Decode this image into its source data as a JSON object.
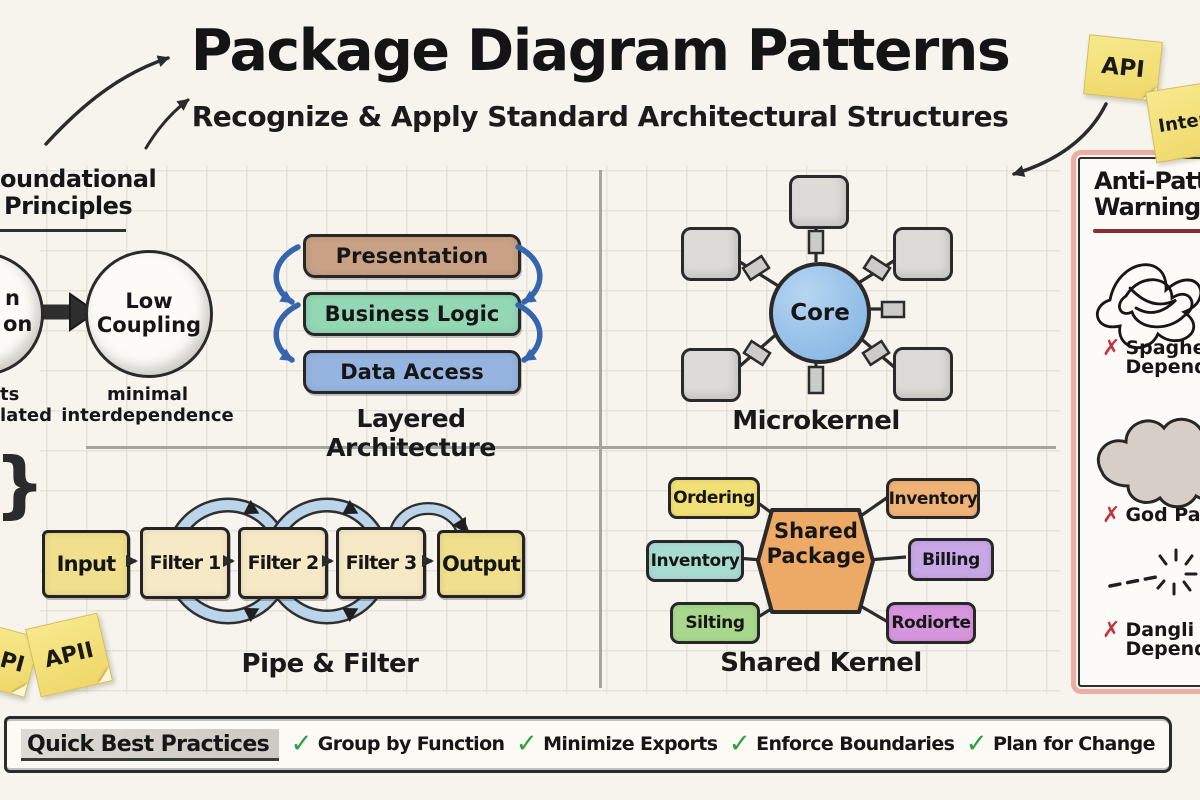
{
  "page": {
    "title": "Package Diagram Patterns",
    "subtitle": "Recognize & Apply Standard Architectural Structures"
  },
  "sticky_notes": {
    "api": "API",
    "interface_fragment": "Interfac",
    "pi_fragment": "PI",
    "apii": "APII"
  },
  "foundational": {
    "heading_fragment_line1": "oundational",
    "heading_line2": "Principles",
    "left_circle_fragment_line1": "n",
    "left_circle_fragment_line2": "on",
    "left_caption_fragment_line1": "ts",
    "left_caption_fragment_line2": "lated",
    "right_circle_line1": "Low",
    "right_circle_line2": "Coupling",
    "right_caption_line1": "minimal",
    "right_caption_line2": "interdependence",
    "brace_glyph": "}"
  },
  "layered_architecture": {
    "caption": "Layered Architecture",
    "arrow_color": "#3566ad",
    "layers": [
      {
        "label": "Presentation",
        "color": "#c9a285"
      },
      {
        "label": "Business Logic",
        "color": "#93d7b5"
      },
      {
        "label": "Data Access",
        "color": "#96b4e0"
      }
    ]
  },
  "microkernel": {
    "caption": "Microkernel",
    "core_label": "Core",
    "core_color": "#85b6e6",
    "plugin_color": "#dddbd7",
    "plugin_count": 5
  },
  "pipe_and_filter": {
    "caption": "Pipe & Filter",
    "loop_color": "#bad4ea",
    "stages": [
      {
        "label": "Input",
        "color": "#f0df8d"
      },
      {
        "label": "Filter 1",
        "color": "#f6e9c6"
      },
      {
        "label": "Filter 2",
        "color": "#f6e9c6"
      },
      {
        "label": "Filter 3",
        "color": "#f6e9c6"
      },
      {
        "label": "Output",
        "color": "#f0df8d"
      }
    ]
  },
  "shared_kernel": {
    "caption": "Shared Kernel",
    "hub": {
      "line1": "Shared",
      "line2": "Package",
      "color": "#eda966"
    },
    "modules": [
      {
        "label": "Ordering",
        "color": "#f2e077"
      },
      {
        "label": "Inventory",
        "color": "#a9dcd1"
      },
      {
        "label": "Silting",
        "color": "#a8d88e"
      },
      {
        "label": "Inventory",
        "color": "#f0b377"
      },
      {
        "label": "Billing",
        "color": "#c7a7e6"
      },
      {
        "label": "Rodiorte",
        "color": "#d795de"
      }
    ]
  },
  "anti_patterns": {
    "heading_fragment_line1": "Anti-Patt",
    "heading_fragment_line2": "Warning",
    "x_mark": "✗",
    "x_color": "#c4333d",
    "border_color": "#e89b91",
    "items": [
      {
        "line1": "Spaghe",
        "line2": "Depender"
      },
      {
        "line1": "God Pack",
        "line2": ""
      },
      {
        "line1": "Dangli",
        "line2": "Depender"
      }
    ]
  },
  "best_practices": {
    "heading": "Quick Best Practices",
    "check_mark": "✓",
    "check_color": "#2da044",
    "items": [
      "Group by Function",
      "Minimize Exports",
      "Enforce Boundaries",
      "Plan for Change"
    ]
  }
}
